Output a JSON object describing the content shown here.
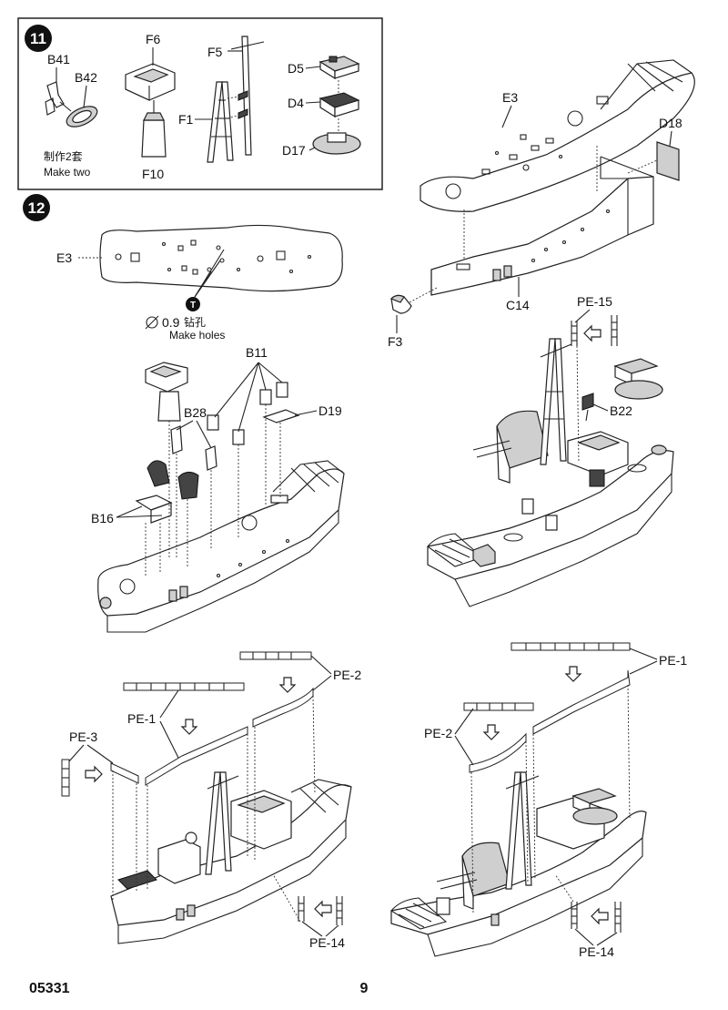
{
  "step11": {
    "number": "11",
    "labels": {
      "b41": "B41",
      "b42": "B42",
      "f6": "F6",
      "f5": "F5",
      "f1": "F1",
      "f10": "F10",
      "d5": "D5",
      "d4": "D4",
      "d17": "D17"
    },
    "note_cn": "制作2套",
    "note_en": "Make two"
  },
  "step12": {
    "number": "12",
    "labels": {
      "e3_left": "E3",
      "e3_top": "E3",
      "d18": "D18",
      "c14": "C14",
      "f3": "F3",
      "pe15": "PE-15",
      "b22": "B22",
      "b11": "B11",
      "b28": "B28",
      "d19": "D19",
      "b16": "B16",
      "pe2_left": "PE-2",
      "pe1_left": "PE-1",
      "pe3": "PE-3",
      "pe14_left": "PE-14",
      "pe1_right": "PE-1",
      "pe2_right": "PE-2",
      "pe14_right": "PE-14"
    },
    "drill_symbol": "T",
    "drill_size": "0.9",
    "drill_cn": "钻孔",
    "drill_en": "Make holes"
  },
  "footer": {
    "kit_number": "05331",
    "page_number": "9"
  }
}
